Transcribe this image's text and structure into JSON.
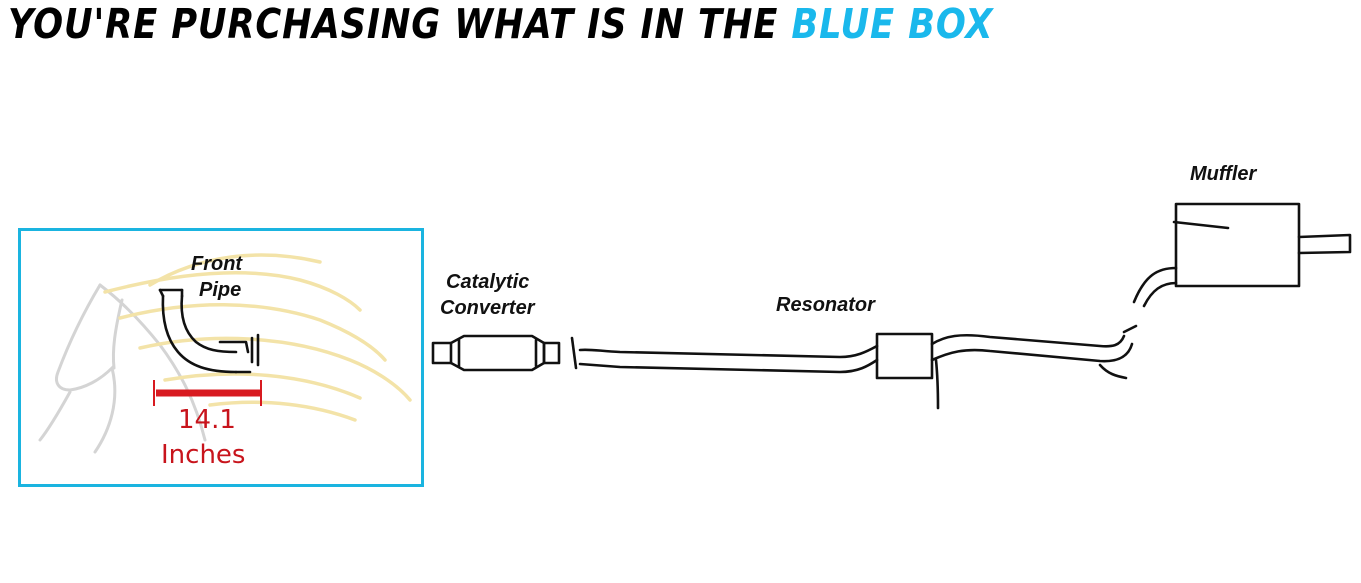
{
  "headline": {
    "prefix": "YOU'RE PURCHASING WHAT IS IN THE",
    "accent": "BLUE BOX"
  },
  "labels": {
    "front_pipe_line1": "Front",
    "front_pipe_line2": "Pipe",
    "catalytic_line1": "Catalytic",
    "catalytic_line2": "Converter",
    "resonator": "Resonator",
    "muffler": "Muffler"
  },
  "measurement": {
    "value": "14.1",
    "unit": "Inches"
  },
  "colors": {
    "accent": "#1ab8ec",
    "selection_box": "#1ab4e0",
    "measurement": "#c8141c"
  }
}
